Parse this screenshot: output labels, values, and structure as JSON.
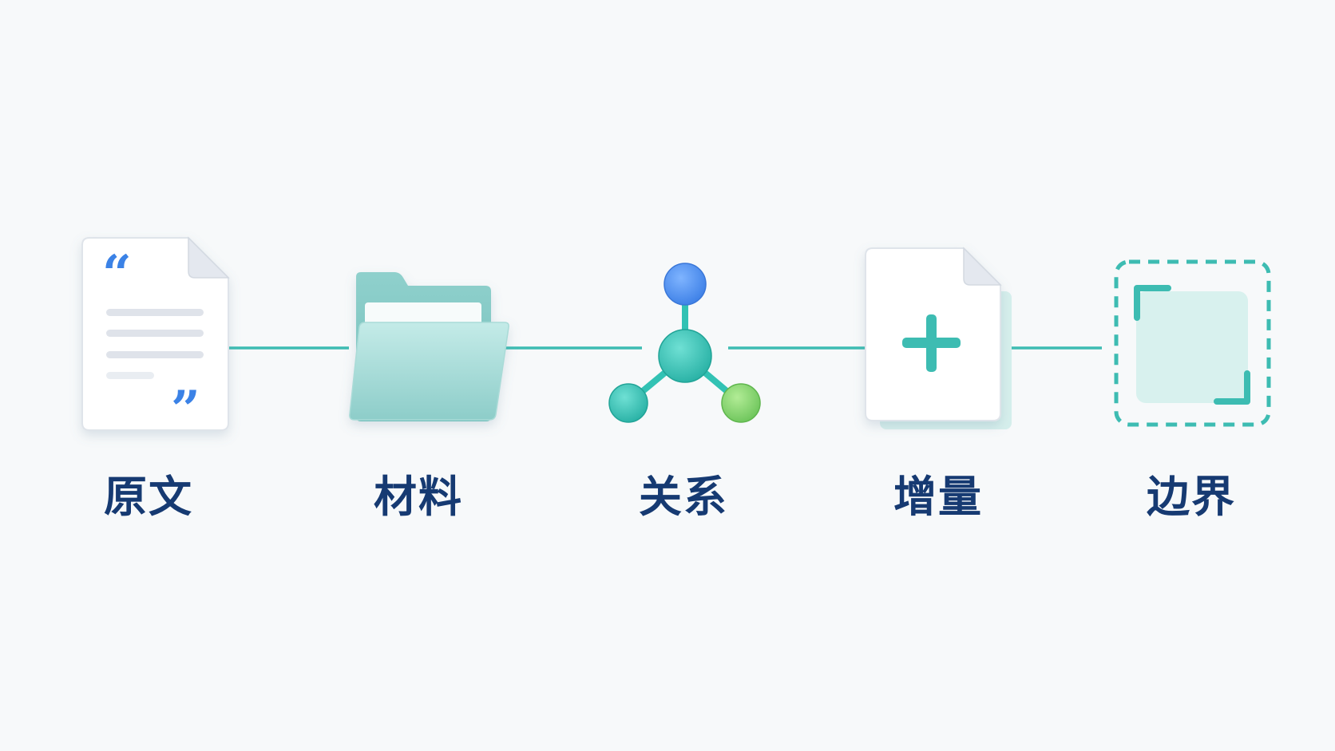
{
  "steps": [
    {
      "label": "原文",
      "icon": "quote-document-icon"
    },
    {
      "label": "材料",
      "icon": "folder-icon"
    },
    {
      "label": "关系",
      "icon": "network-nodes-icon"
    },
    {
      "label": "增量",
      "icon": "add-document-icon"
    },
    {
      "label": "边界",
      "icon": "dashed-boundary-icon"
    }
  ],
  "colors": {
    "background": "#f7f9fa",
    "connector": "#3dbcb2",
    "label": "#163a72",
    "quote_blue": "#3b82e6",
    "node_blue": "#4a8ef0",
    "node_teal": "#32c2b4",
    "node_green": "#7fd06a",
    "folder_teal": "#8fd0cc"
  }
}
